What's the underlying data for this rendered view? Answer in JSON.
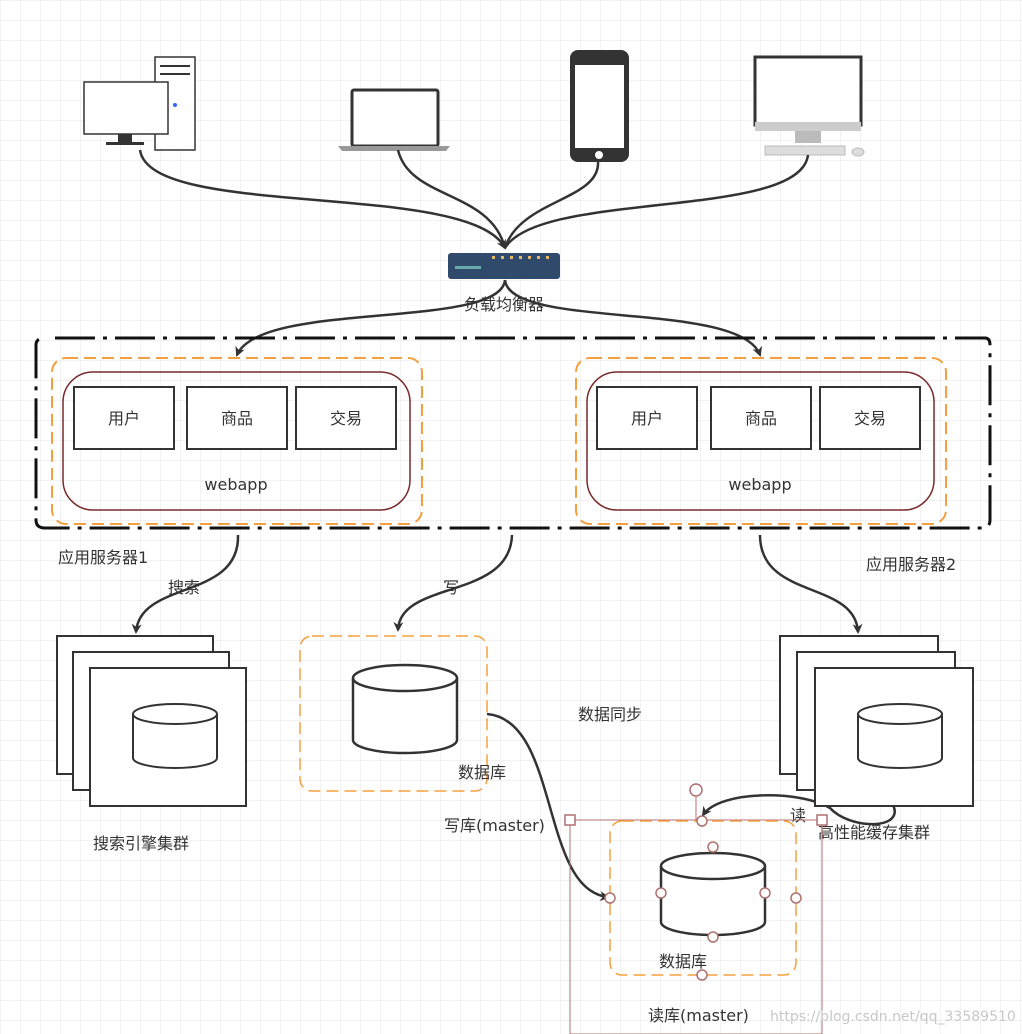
{
  "load_balancer": {
    "label": "负载均衡器"
  },
  "server1": {
    "label": "应用服务器1",
    "modules": [
      "用户",
      "商品",
      "交易"
    ],
    "app": "webapp"
  },
  "server2": {
    "label": "应用服务器2",
    "modules": [
      "用户",
      "商品",
      "交易"
    ],
    "app": "webapp"
  },
  "edges": {
    "search": "搜索",
    "write": "写",
    "sync": "数据同步",
    "read": "读"
  },
  "search_cluster": {
    "label": "搜索引擎集群"
  },
  "write_db": {
    "label": "数据库",
    "caption": "写库(master)"
  },
  "cache_cluster": {
    "label": "高性能缓存集群"
  },
  "read_db": {
    "label": "数据库",
    "caption": "读库(master)"
  },
  "watermark": "https://blog.csdn.net/qq_33589510",
  "colors": {
    "orange": "#f5a040",
    "dark": "#333333",
    "grid": "#e6e6e6",
    "selection": "#b07070"
  }
}
